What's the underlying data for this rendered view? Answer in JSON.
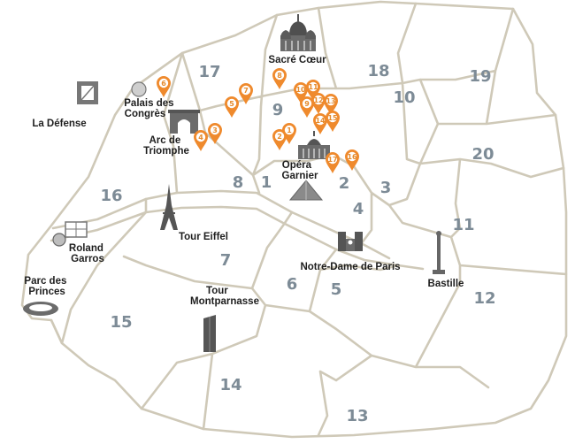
{
  "colors": {
    "boundary": "#cfc9b8",
    "pin": "#ef8a2d",
    "arrondissement_label": "#7d8b96",
    "landmark_label": "#1e1e1e",
    "icon": "#555555"
  },
  "arrondissements": [
    "1",
    "2",
    "3",
    "4",
    "5",
    "6",
    "7",
    "8",
    "9",
    "10",
    "11",
    "12",
    "13",
    "14",
    "15",
    "16",
    "17",
    "18",
    "19",
    "20"
  ],
  "landmarks": {
    "sacre_coeur": [
      "Sacré Cœur"
    ],
    "palais_congres": [
      "Palais des",
      "Congrès"
    ],
    "la_defense": [
      "La Défense"
    ],
    "arc_triomphe": [
      "Arc de",
      "Triomphe"
    ],
    "opera_garnier": [
      "Opéra",
      "Garnier"
    ],
    "tour_eiffel": [
      "Tour Eiffel"
    ],
    "roland_garros": [
      "Roland",
      "Garros"
    ],
    "parc_princes": [
      "Parc des",
      "Princes"
    ],
    "notre_dame": [
      "Notre-Dame de Paris"
    ],
    "bastille": [
      "Bastille"
    ],
    "tour_montparnasse": [
      "Tour",
      "Montparnasse"
    ]
  },
  "pins": [
    "1",
    "2",
    "3",
    "4",
    "5",
    "6",
    "7",
    "8",
    "9",
    "10",
    "11",
    "12",
    "13",
    "14",
    "15",
    "16",
    "17"
  ],
  "icons": {
    "sacre_coeur": "basilica-icon",
    "palais_congres": "globe-building-icon",
    "la_defense": "grande-arche-icon",
    "arc_triomphe": "arch-icon",
    "opera_garnier": "opera-house-icon",
    "louvre": "pyramid-icon",
    "tour_eiffel": "eiffel-tower-icon",
    "roland_garros": "tennis-court-icon",
    "parc_princes": "stadium-icon",
    "notre_dame": "cathedral-icon",
    "bastille": "column-icon",
    "tour_montparnasse": "skyscraper-icon"
  }
}
